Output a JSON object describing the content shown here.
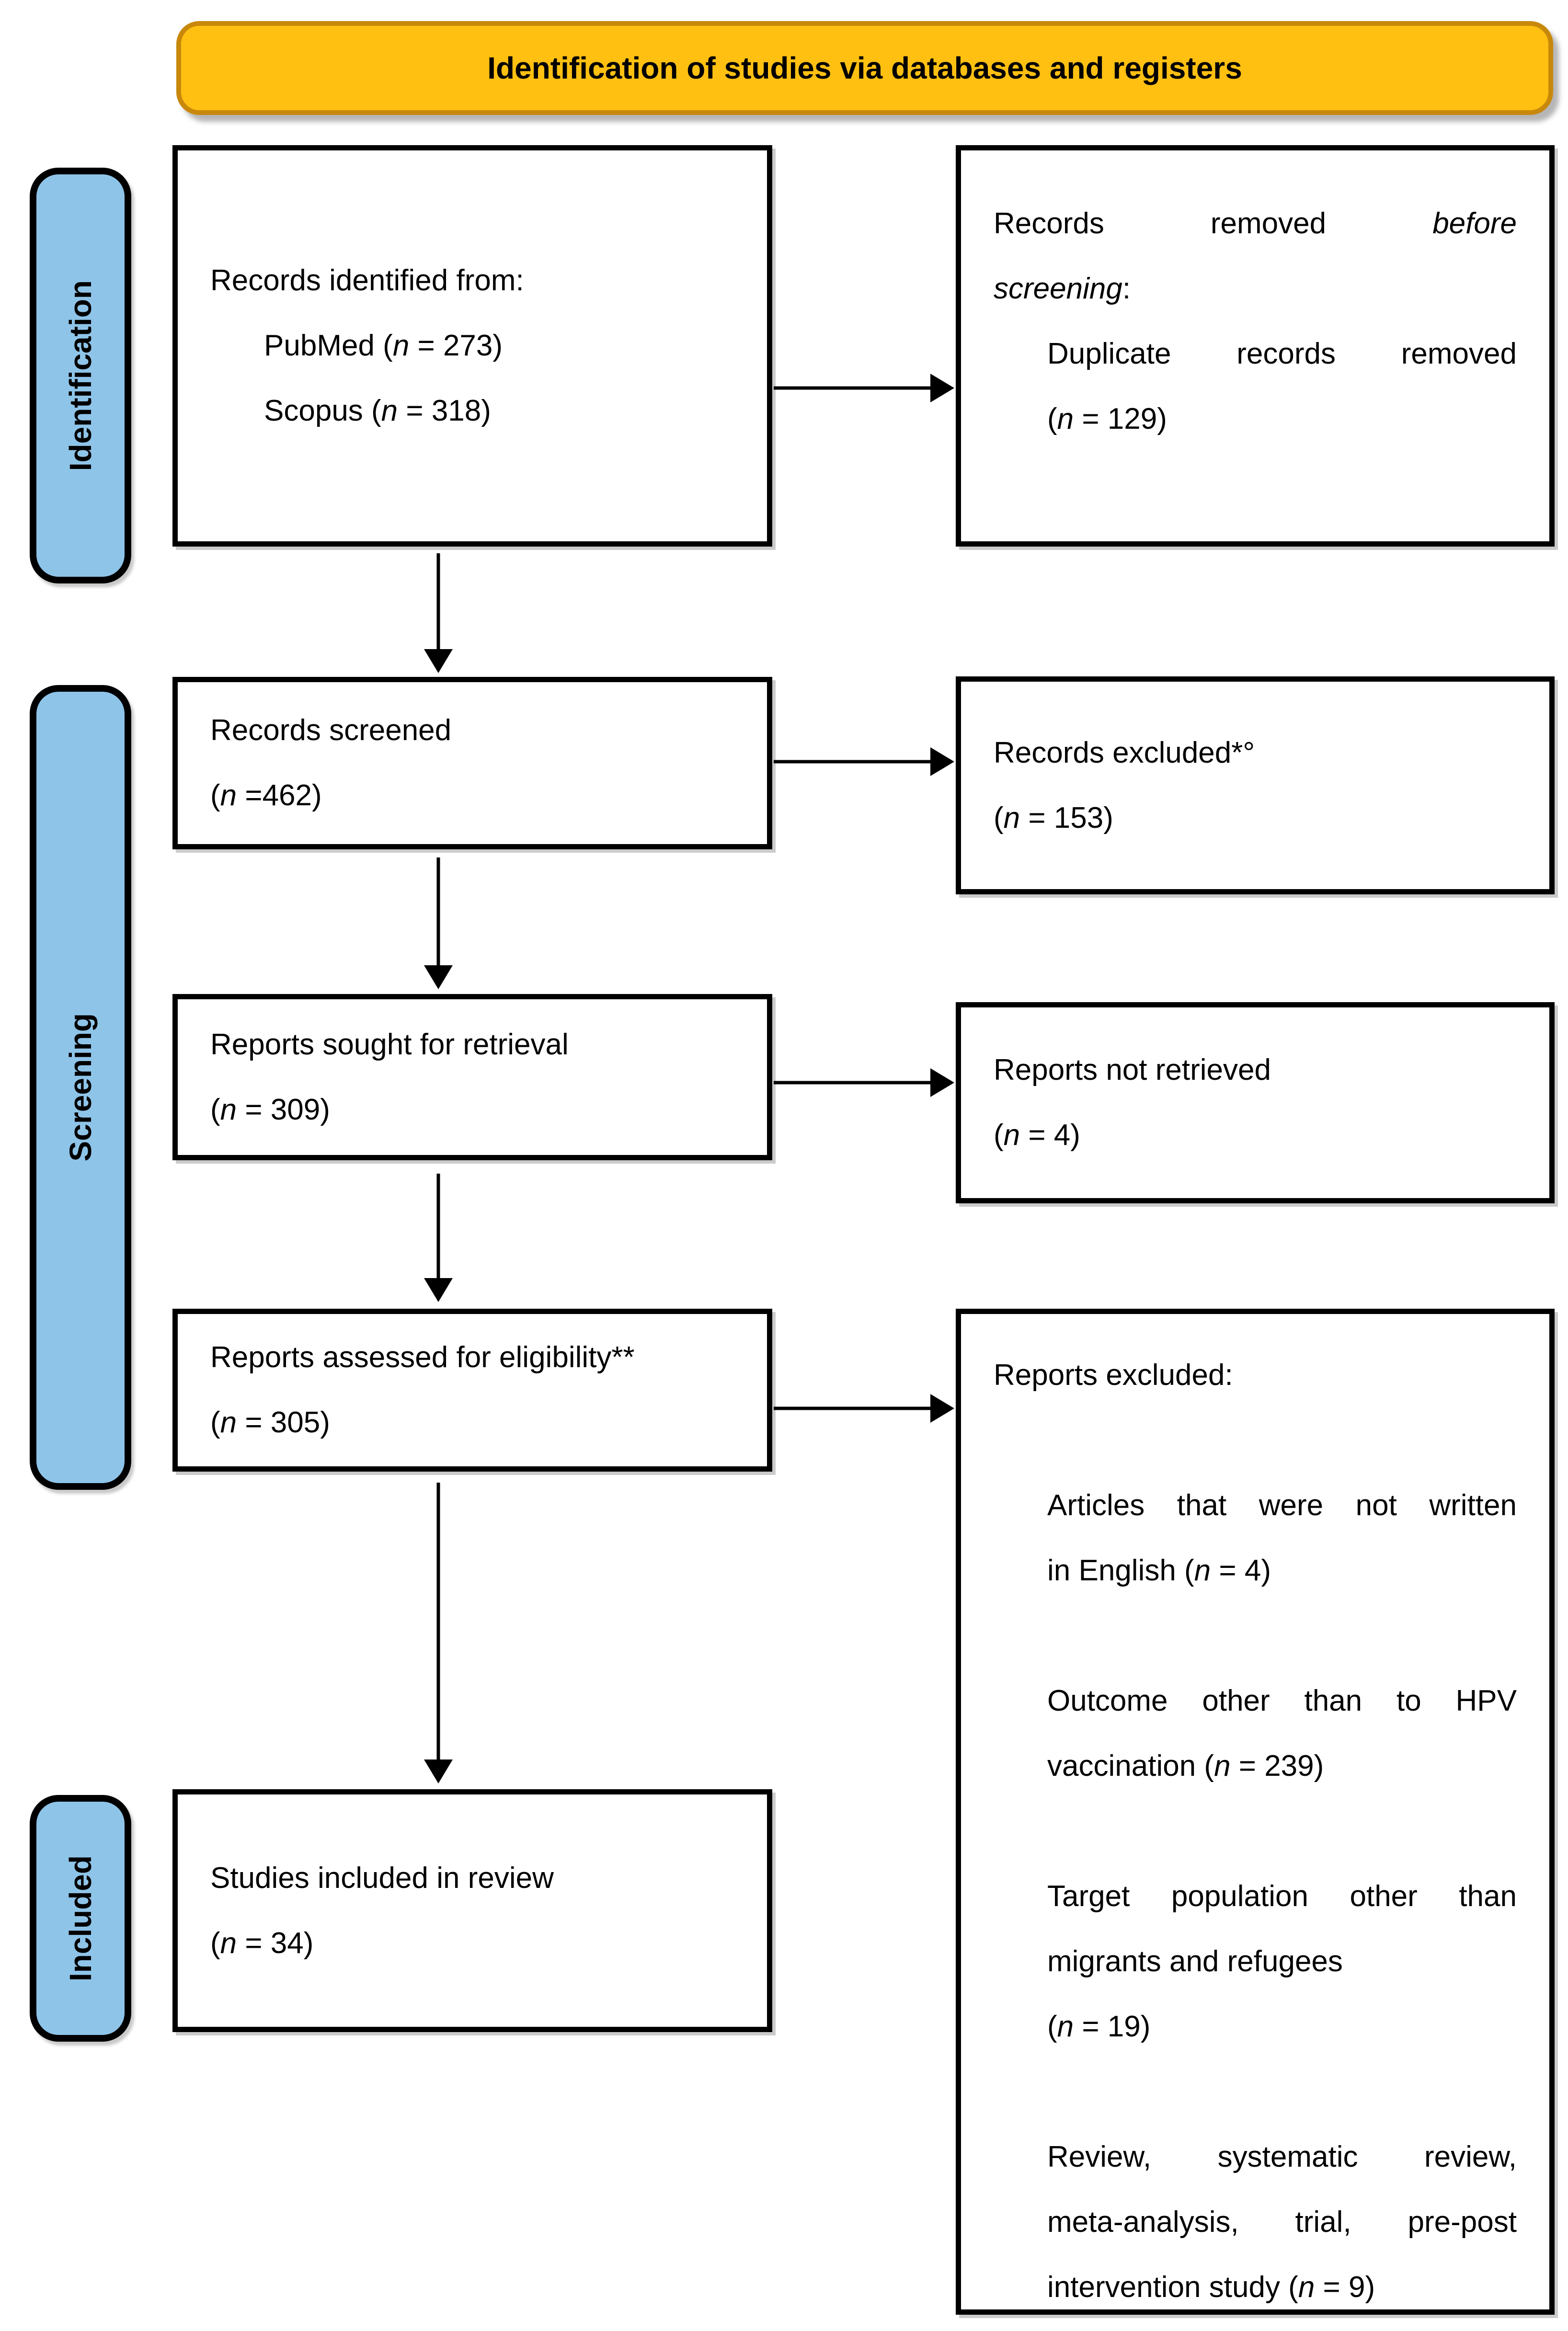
{
  "banner": {
    "title": "Identification of studies via databases and registers"
  },
  "stages": {
    "identification": "Identification",
    "screening": "Screening",
    "included": "Included"
  },
  "n": "n",
  "boxes": {
    "identified": {
      "title": "Records identified from:",
      "pubmed_pre": "PubMed (",
      "pubmed_post": " = 273)",
      "scopus_pre": "Scopus (",
      "scopus_post": " = 318)"
    },
    "removed": {
      "l1_normal": "Records removed",
      "l1_italic": "before",
      "l2_italic": "screening",
      "l2_colon": ":",
      "item": "Duplicate records removed",
      "stat_pre": "(",
      "stat_post": " = 129)"
    },
    "screened": {
      "title": "Records screened",
      "stat_pre": "(",
      "stat_post": " =462)"
    },
    "records_excluded": {
      "title": "Records excluded*°",
      "stat_pre": "(",
      "stat_post": " = 153)"
    },
    "sought": {
      "title": "Reports sought for retrieval",
      "stat_pre": "(",
      "stat_post": " = 309)"
    },
    "not_retrieved": {
      "title": "Reports not retrieved",
      "stat_pre": "(",
      "stat_post": " = 4)"
    },
    "assessed": {
      "title": "Reports assessed for eligibility**",
      "stat_pre": "(",
      "stat_post": " = 305)"
    },
    "reports_excluded": {
      "title": "Reports excluded:",
      "r1_l1": "Articles that were not written",
      "r1_stat_pre": "in English (",
      "r1_stat_post": " = 4)",
      "r2_l1": "Outcome other than to HPV",
      "r2_stat_pre": "vaccination (",
      "r2_stat_post": " = 239)",
      "r3_l1": "Target population other than",
      "r3_l2": "migrants and refugees",
      "r3_stat_pre": "(",
      "r3_stat_post": " = 19)",
      "r4_l1": "Review, systematic review,",
      "r4_l2": "meta-analysis, trial, pre-post",
      "r4_stat_pre": "intervention study (",
      "r4_stat_post": " = 9)"
    },
    "included_review": {
      "title": "Studies included in review",
      "stat_pre": "(",
      "stat_post": " = 34)"
    }
  },
  "colors": {
    "banner_fill": "#FFC011",
    "banner_border": "#C8880B",
    "stage_fill": "#8FC4E9"
  }
}
